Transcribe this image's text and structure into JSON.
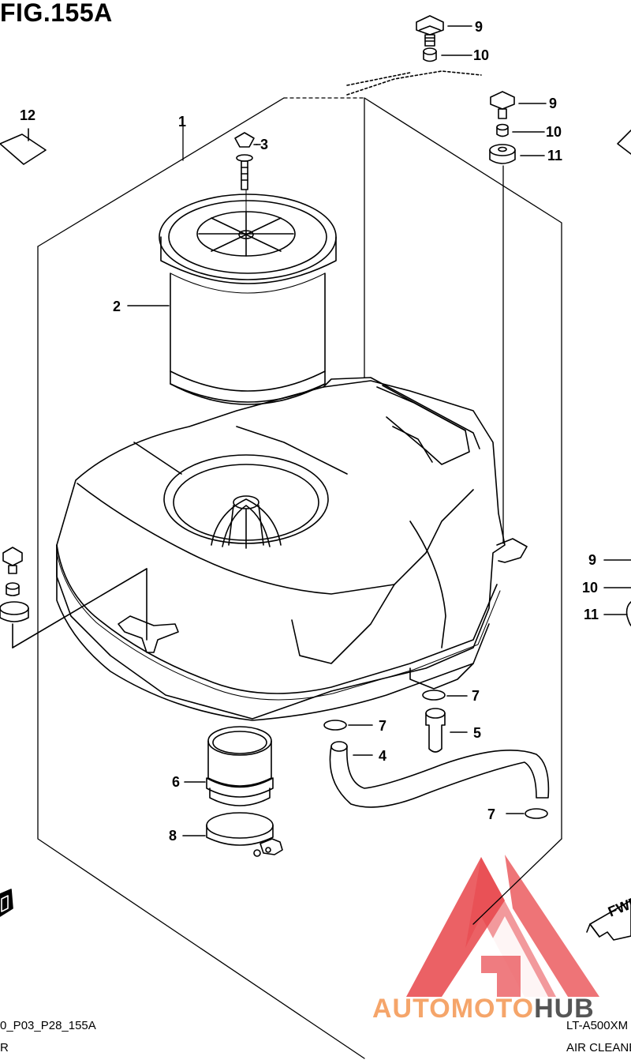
{
  "figure": {
    "title": "FIG.155A"
  },
  "callouts": {
    "c1": "1",
    "c2": "2",
    "c3": "3",
    "c4": "4",
    "c5": "5",
    "c6": "6",
    "c7a": "7",
    "c7b": "7",
    "c7c": "7",
    "c8": "8",
    "c9a": "9",
    "c9b": "9",
    "c9c": "9",
    "c10a": "10",
    "c10b": "10",
    "c10c": "10",
    "c11a": "11",
    "c11b": "11",
    "c12": "12"
  },
  "footer": {
    "code": "0_P03_P28_155A",
    "code_line2": "R",
    "model": "LT-A500XM",
    "section": "AIR CLEANE"
  },
  "watermark": {
    "brand_part1": "AUTOMOTO",
    "brand_part2": "HUB",
    "color_primary": "#e8454a",
    "color_secondary": "#f5a56a"
  },
  "direction": {
    "label": "FWD"
  }
}
